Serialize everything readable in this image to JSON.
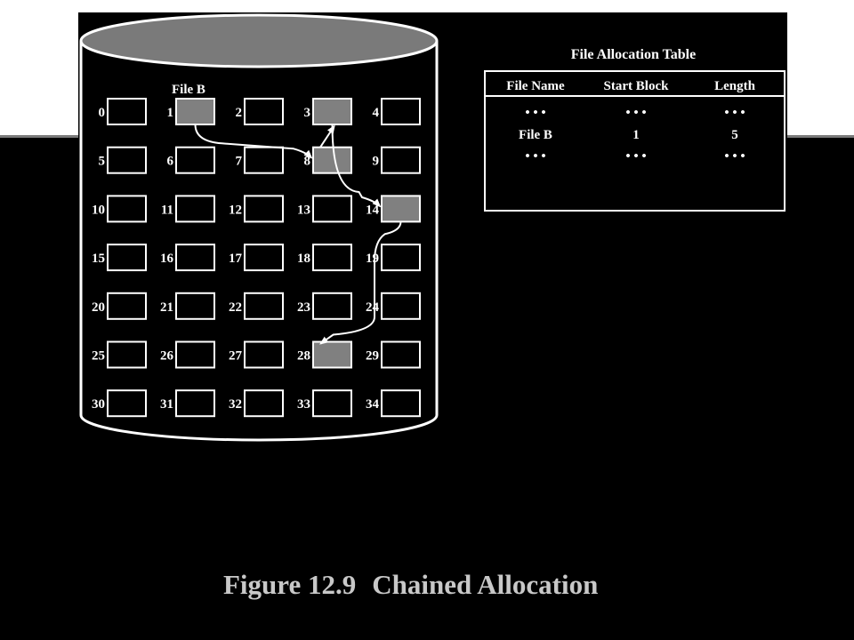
{
  "disk": {
    "file_label": "File B",
    "block_count": 35,
    "columns": 5,
    "chain": [
      1,
      8,
      3,
      14,
      28
    ]
  },
  "fat": {
    "title": "File Allocation Table",
    "headers": [
      "File Name",
      "Start Block",
      "Length"
    ],
    "rows": [
      [
        "• • •",
        "• • •",
        "• • •"
      ],
      [
        "File B",
        "1",
        "5"
      ],
      [
        "• • •",
        "• • •",
        "• • •"
      ]
    ]
  },
  "caption": {
    "number": "Figure 12.9",
    "title": "Chained Allocation"
  },
  "colors": {
    "background": "#000000",
    "outline": "#ffffff",
    "used_block": "#808080",
    "top_lid": "#7a7a7a",
    "caption": "#c8c8c8"
  }
}
